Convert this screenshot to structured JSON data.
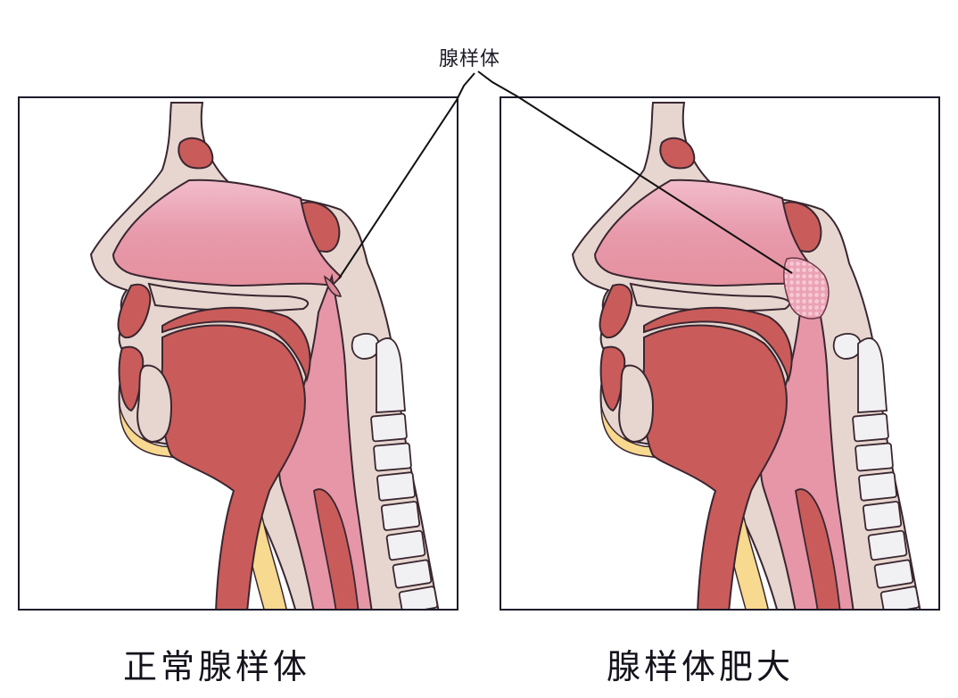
{
  "callout": {
    "label": "腺样体",
    "target": "adenoid"
  },
  "panels": [
    {
      "id": "normal",
      "caption": "正常腺样体",
      "adenoid_state": "normal"
    },
    {
      "id": "enlarged",
      "caption": "腺样体肥大",
      "adenoid_state": "enlarged"
    }
  ],
  "colors": {
    "bone": "#e6d6cf",
    "outline": "#3a2630",
    "muscle": "#c95c5a",
    "airway": "#e89aa8",
    "nasal_light": "#f0b8c6",
    "fat": "#f7d98f",
    "vertebra": "#f1f0f2",
    "adenoid_enlarged": "#eeaabc",
    "frame": "#1d1a2a",
    "leader": "#111111"
  }
}
